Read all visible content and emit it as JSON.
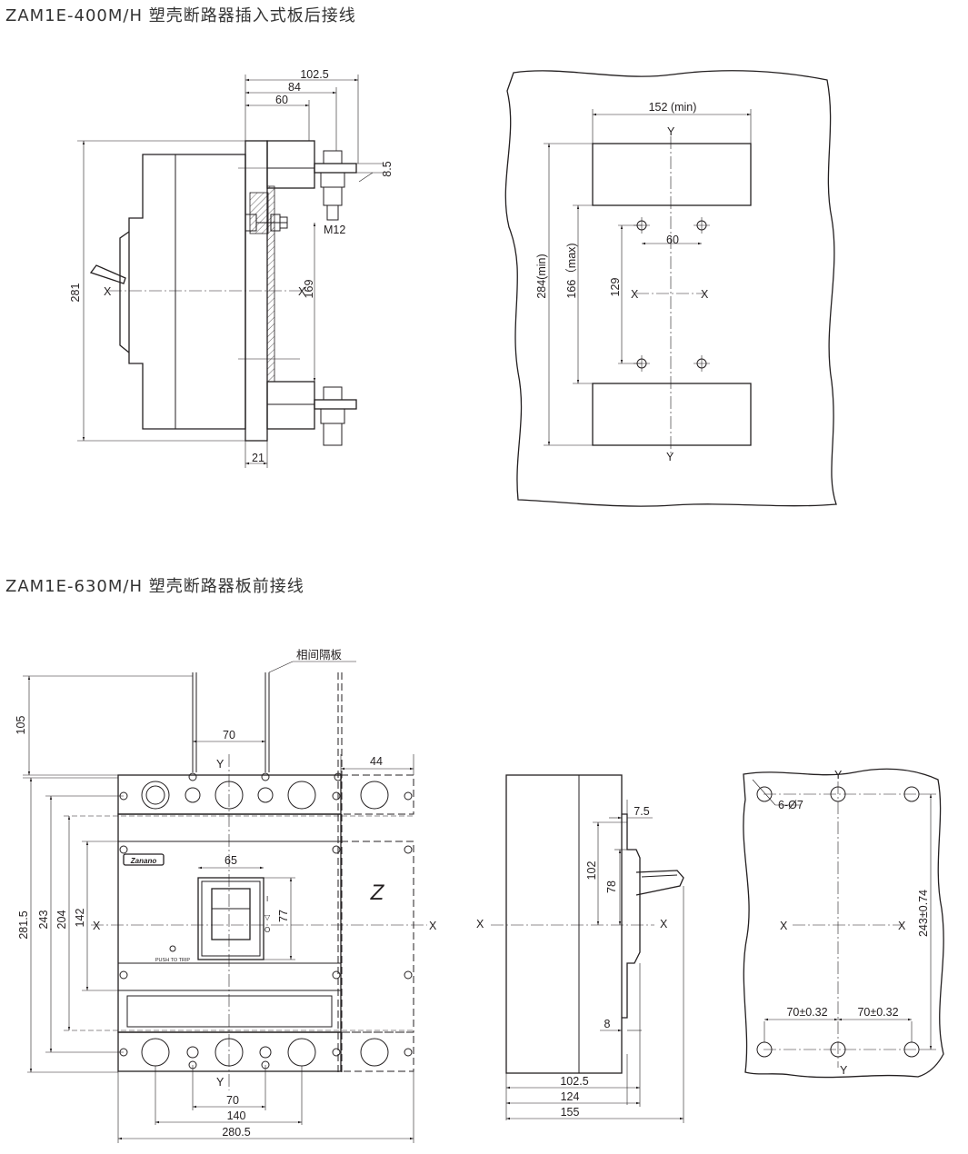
{
  "headings": {
    "top": "ZAM1E-400M/H 塑壳断路器插入式板后接线",
    "bottom": "ZAM1E-630M/H 塑壳断路器板前接线"
  },
  "top_side": {
    "dim_1025": "102.5",
    "dim_84": "84",
    "dim_60": "60",
    "dim_85": "8.5",
    "dim_m12": "M12",
    "dim_281": "281",
    "dim_169": "169",
    "dim_21": "21",
    "axis_x": "X"
  },
  "top_cutout": {
    "dim_152": "152 (min)",
    "dim_284": "284(min)",
    "dim_166": "166（max)",
    "dim_129": "129",
    "dim_60": "60",
    "axis_x": "X",
    "axis_y": "Y"
  },
  "bottom_front": {
    "label_barrier": "相间隔板",
    "dim_105": "105",
    "dim_70_top": "70",
    "dim_44": "44",
    "dim_65": "65",
    "dim_77": "77",
    "dim_2815": "281.5",
    "dim_243": "243",
    "dim_204": "204",
    "dim_142": "142",
    "dim_70_bottom": "70",
    "dim_140": "140",
    "dim_2805": "280.5",
    "brand_label": "Zanano",
    "push_label": "PUSH TO TRIP",
    "logo_mark": "Z",
    "axis_x": "X",
    "axis_y": "Y"
  },
  "bottom_side": {
    "dim_75": "7.5",
    "dim_102": "102",
    "dim_78": "78",
    "dim_8": "8",
    "dim_1025": "102.5",
    "dim_124": "124",
    "dim_155": "155",
    "axis_x": "X"
  },
  "bottom_cutout": {
    "dim_holes": "6-Ø7",
    "dim_243": "243±0.74",
    "dim_70a": "70±0.32",
    "dim_70b": "70±0.32",
    "axis_x": "X",
    "axis_y": "Y"
  }
}
